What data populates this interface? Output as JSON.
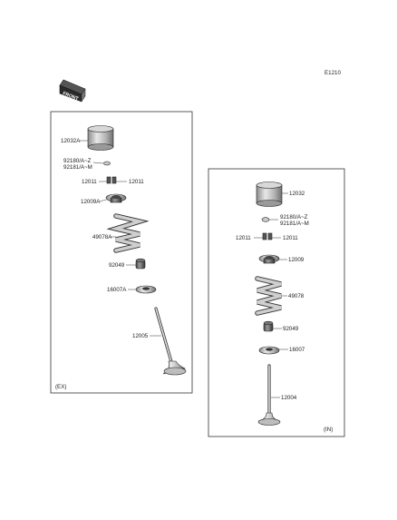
{
  "diagram_code": "E1210",
  "front_badge": "FRONT",
  "exhaust": {
    "tag": "(EX)",
    "labels": {
      "tappet": "12032A",
      "shim_a": "92180/A~Z",
      "shim_b": "92181/A~M",
      "keeper_left": "12011",
      "keeper_right": "12011",
      "retainer": "12009A",
      "spring": "49078A",
      "seal": "92049",
      "seat": "16007A",
      "valve": "12005"
    }
  },
  "intake": {
    "tag": "(IN)",
    "labels": {
      "tappet": "12032",
      "shim_a": "92180/A~Z",
      "shim_b": "92181/A~M",
      "keeper_left": "12011",
      "keeper_right": "12011",
      "retainer": "12009",
      "spring": "49078",
      "seal": "92049",
      "seat": "16007",
      "valve": "12004"
    }
  }
}
